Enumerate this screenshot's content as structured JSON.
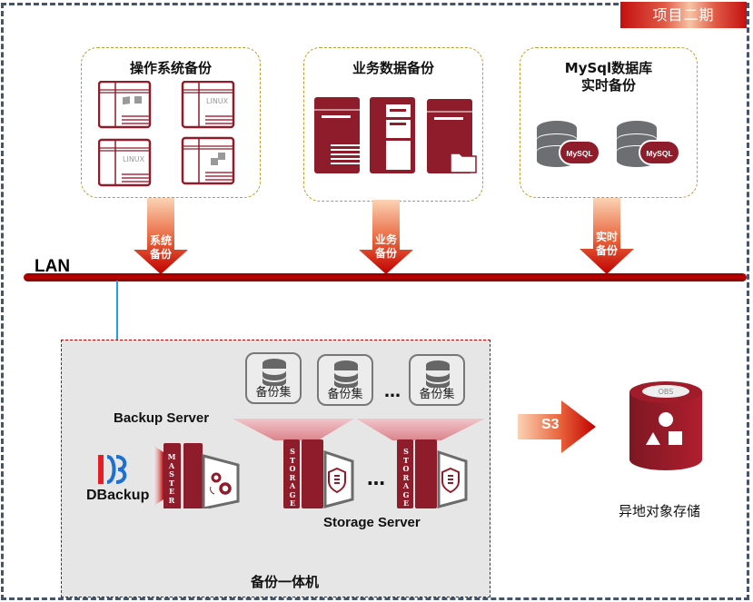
{
  "header": {
    "phase_badge": "项目二期"
  },
  "sources": [
    {
      "title": "操作系统备份",
      "icons": [
        "windows-server",
        "linux-server",
        "linux-server",
        "windows-server"
      ],
      "linux_label": "LINUX"
    },
    {
      "title": "业务数据备份",
      "icons": [
        "document-server",
        "cabinet-server",
        "folder-server"
      ]
    },
    {
      "title_line1": "MySql数据库",
      "title_line2": "实时备份",
      "icons": [
        "mysql-database",
        "mysql-database"
      ],
      "badge": "MySQL"
    }
  ],
  "arrows": [
    {
      "line1": "系统",
      "line2": "备份"
    },
    {
      "line1": "业务",
      "line2": "备份"
    },
    {
      "line1": "实时",
      "line2": "备份"
    }
  ],
  "network": {
    "label": "LAN"
  },
  "appliance": {
    "title": "备份一体机",
    "backup_sets": [
      "备份集",
      "备份集",
      "备份集"
    ],
    "ellipsis": "…",
    "backup_server_label": "Backup Server",
    "storage_server_label": "Storage Server",
    "master_text": "MASTER",
    "storage_text": "STORAGE",
    "logo_text": "DBackup"
  },
  "transfer": {
    "protocol": "S3"
  },
  "remote": {
    "title": "异地对象存储",
    "badge": "OBS"
  },
  "colors": {
    "brand_red": "#8f1c2a",
    "accent_red": "#c00000",
    "border_gold": "#c59a2a",
    "frame": "#44546a"
  }
}
